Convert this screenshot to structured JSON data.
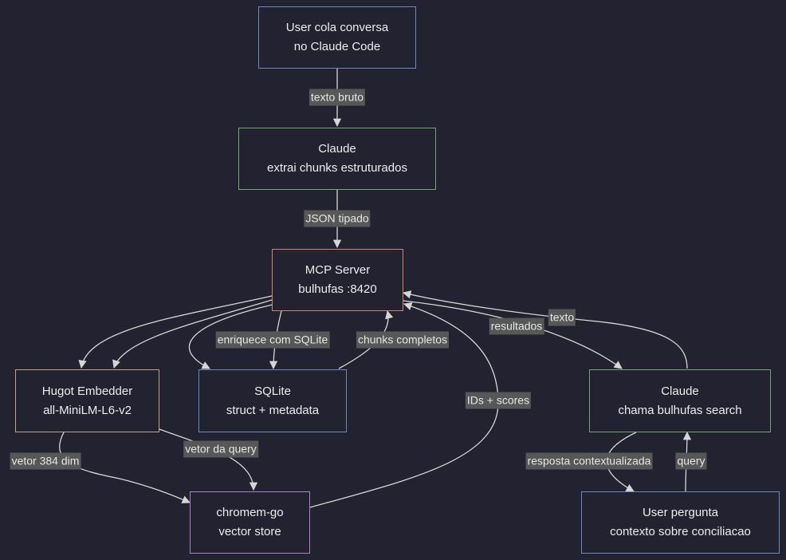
{
  "nodes": {
    "user_paste": {
      "line1": "User cola conversa",
      "line2": "no Claude Code",
      "border": "#6f86b8"
    },
    "claude_extract": {
      "line1": "Claude",
      "line2": "extrai chunks estruturados",
      "border": "#6fa776"
    },
    "mcp": {
      "line1": "MCP Server",
      "line2": "bulhufas :8420",
      "border": "#c9876c"
    },
    "hugot": {
      "line1": "Hugot Embedder",
      "line2": "all-MiniLM-L6-v2",
      "border": "#c0a582"
    },
    "sqlite": {
      "line1": "SQLite",
      "line2": "struct + metadata",
      "border": "#6f86b8"
    },
    "claude_search": {
      "line1": "Claude",
      "line2": "chama bulhufas search",
      "border": "#6fa776"
    },
    "chromem": {
      "line1": "chromem-go",
      "line2": "vector store",
      "border": "#a882c9"
    },
    "user_ask": {
      "line1": "User pergunta",
      "line2": "contexto sobre conciliacao",
      "border": "#6f86b8"
    }
  },
  "edge_labels": {
    "texto_bruto": "texto bruto",
    "json_tipado": "JSON tipado",
    "enriquece": "enriquece com SQLite",
    "chunks_completos": "chunks completos",
    "resultados": "resultados",
    "texto": "texto",
    "ids_scores": "IDs + scores",
    "vetor_384": "vetor 384 dim",
    "vetor_query": "vetor da query",
    "resposta": "resposta contextualizada",
    "query": "query"
  },
  "colors": {
    "background": "#222230",
    "edge": "#d6d6d6",
    "label_bg": "#575757"
  }
}
